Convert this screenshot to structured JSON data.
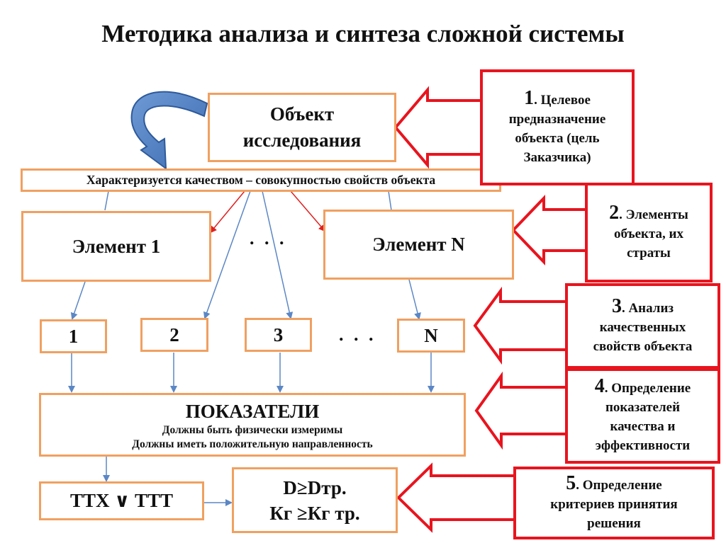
{
  "title": "Методика анализа и синтеза сложной системы",
  "object_box": {
    "line1": "Объект",
    "line2": "исследования"
  },
  "quality_bar": "Характеризуется качеством – совокупностью свойств объекта",
  "element_1": "Элемент 1",
  "element_n": "Элемент N",
  "dots": ". . .",
  "property_boxes": [
    "1",
    "2",
    "3",
    "N"
  ],
  "indicators": {
    "heading": "ПОКАЗАТЕЛИ",
    "line1": "Должны быть физически измеримы",
    "line2": "Должны иметь положительную направленность"
  },
  "ttx_box": "ТТХ ∨ ТТТ",
  "criteria_box": {
    "line1": "D≥Dтр.",
    "line2": "Кг ≥Кг тр."
  },
  "steps": [
    {
      "num": "1",
      "lines": [
        ". Целевое",
        "предназначение",
        "объекта (цель",
        "Заказчика)"
      ]
    },
    {
      "num": "2",
      "lines": [
        ". Элементы",
        "объекта, их",
        "страты"
      ]
    },
    {
      "num": "3",
      "lines": [
        ". Анализ",
        "качественных",
        "свойств объекта"
      ]
    },
    {
      "num": "4",
      "lines": [
        ". Определение",
        "показателей",
        "качества и",
        "эффективности"
      ]
    },
    {
      "num": "5",
      "lines": [
        ". Определение",
        "критериев принятия",
        "решения"
      ]
    }
  ],
  "colors": {
    "orange_border": "#f0a060",
    "red_border": "#e8141e",
    "blue_arrow": "#4a7dbf",
    "thin_red_arrow": "#e02020",
    "thin_blue_arrow": "#5b87c5"
  }
}
